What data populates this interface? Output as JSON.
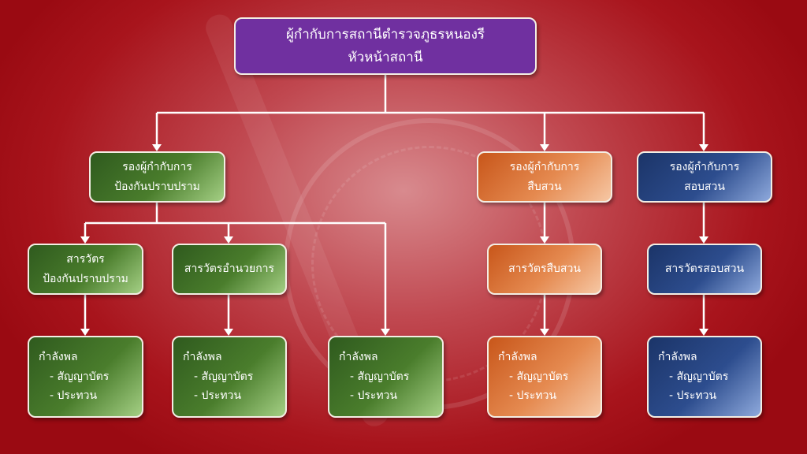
{
  "top": {
    "line1": "ผู้กำกับการสถานีตำรวจภูธรหนองรี",
    "line2": "หัวหน้าสถานี"
  },
  "deputies": [
    {
      "line1": "รองผู้กำกับการ",
      "line2": "ป้องกันปราบปราม"
    },
    {
      "line1": "รองผู้กำกับการ",
      "line2": "สืบสวน"
    },
    {
      "line1": "รองผู้กำกับการ",
      "line2": "สอบสวน"
    }
  ],
  "inspectors": [
    {
      "line1": "สารวัตร",
      "line2": "ป้องกันปราบปราม"
    },
    {
      "line1": "สารวัตรอำนวยการ"
    },
    {
      "line1": "สารวัตรสืบสวน"
    },
    {
      "line1": "สารวัตรสอบสวน"
    }
  ],
  "force": {
    "title": "กำลังพล",
    "item1": "- สัญญาบัตร",
    "item2": "- ประทวน"
  },
  "colors": {
    "purple": "#7030a0",
    "green": "#4a7d2c",
    "orange": "#e58a50",
    "blue": "#2d4d8e",
    "background": "#a8141c"
  }
}
